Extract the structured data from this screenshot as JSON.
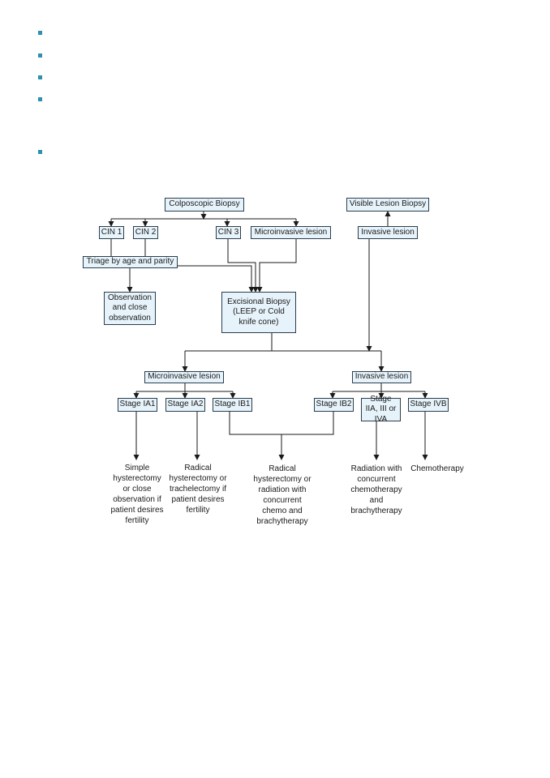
{
  "flowchart": {
    "colposcopic_biopsy": "Colposcopic Biopsy",
    "visible_lesion_biopsy": "Visible Lesion Biopsy",
    "cin1": "CIN 1",
    "cin2": "CIN 2",
    "cin3": "CIN 3",
    "microinvasive_top": "Microinvasive lesion",
    "invasive_top": "Invasive lesion",
    "triage": "Triage by age and parity",
    "observation": "Observation and close observation",
    "excisional": "Excisional Biopsy (LEEP or Cold knife cone)",
    "microinvasive_mid": "Microinvasive lesion",
    "invasive_mid": "Invasive lesion",
    "stage_ia1": "Stage IA1",
    "stage_ia2": "Stage IA2",
    "stage_ib1": "Stage IB1",
    "stage_ib2": "Stage IB2",
    "stage_iia": "Stage IIA, III or IVA",
    "stage_ivb": "Stage IVB",
    "tx_ia1": "Simple hysterectomy or close observation if patient desires fertility",
    "tx_ia2": "Radical hysterectomy or trachelectomy if patient desires fertility",
    "tx_ib": "Radical hysterectomy or radiation with concurrent chemo and brachytherapy",
    "tx_iia": "Radiation with concurrent chemotherapy and brachytherapy",
    "tx_ivb": "Chemotherapy"
  },
  "colors": {
    "box_fill": "#e7f3fa",
    "box_border": "#2b3e4c",
    "bullet": "#2e8fb0"
  }
}
